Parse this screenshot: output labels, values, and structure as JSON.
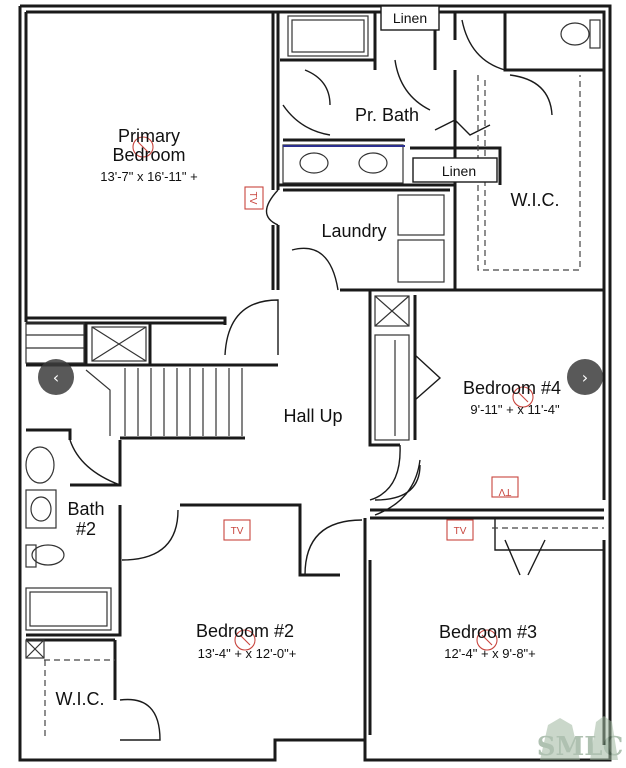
{
  "rooms": {
    "primary_bedroom": {
      "name_line1": "Primary",
      "name_line2": "Bedroom",
      "dims": "13'-7\" x 16'-11\" +"
    },
    "pr_bath": {
      "name": "Pr. Bath"
    },
    "linen_top": {
      "name": "Linen"
    },
    "linen_mid": {
      "name": "Linen"
    },
    "wic_right": {
      "name": "W.I.C."
    },
    "laundry": {
      "name": "Laundry"
    },
    "hall": {
      "name": "Hall Up"
    },
    "bedroom4": {
      "name": "Bedroom #4",
      "dims": "9'-11\" + x 11'-4\""
    },
    "bath2": {
      "name_line1": "Bath",
      "name_line2": "#2"
    },
    "bedroom2": {
      "name": "Bedroom #2",
      "dims": "13'-4\" + x 12'-0\"+"
    },
    "bedroom3": {
      "name": "Bedroom #3",
      "dims": "12'-4\" + x 9'-8\"+"
    },
    "wic_left": {
      "name": "W.I.C."
    }
  },
  "symbols": {
    "tv": "TV"
  },
  "nav": {
    "prev": "‹",
    "next": "›"
  },
  "watermark": {
    "text": "SMLC"
  },
  "colors": {
    "wall": "#1a1a1a",
    "annotation": "#c8453e",
    "counter_line": "#2b2f8f"
  }
}
